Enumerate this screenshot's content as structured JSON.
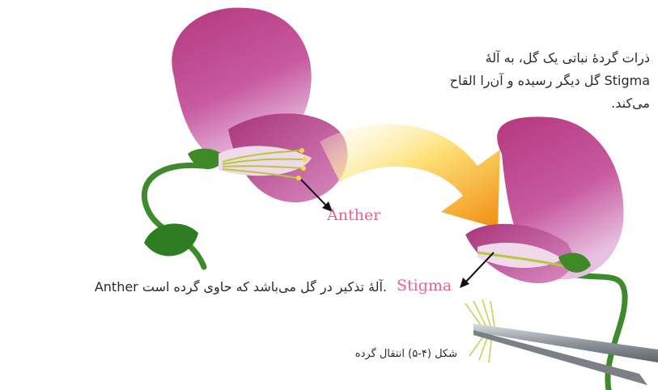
{
  "caption_top": "ذرات گردهٔ نباتی یک گل، به آلهٔ Stigma گل دیگر رسیده و آن‌را القاح می‌کند.",
  "labels": {
    "anther": "Anther",
    "stigma": "Stigma"
  },
  "caption_bottom": "Anther آلهٔ تذکیر در گل می‌باشد که حاوی گرده است.",
  "figure_caption": "شکل (۴-۵) انتقال گرده",
  "colors": {
    "petal": "#c3488f",
    "petal_light": "#e6b7d6",
    "stem": "#3f8a2c",
    "leaf": "#2f7d22",
    "label": "#e8609a",
    "arrow_start": "#fff6c8",
    "arrow_end": "#f39a12",
    "tweezers": "#8a9096"
  }
}
